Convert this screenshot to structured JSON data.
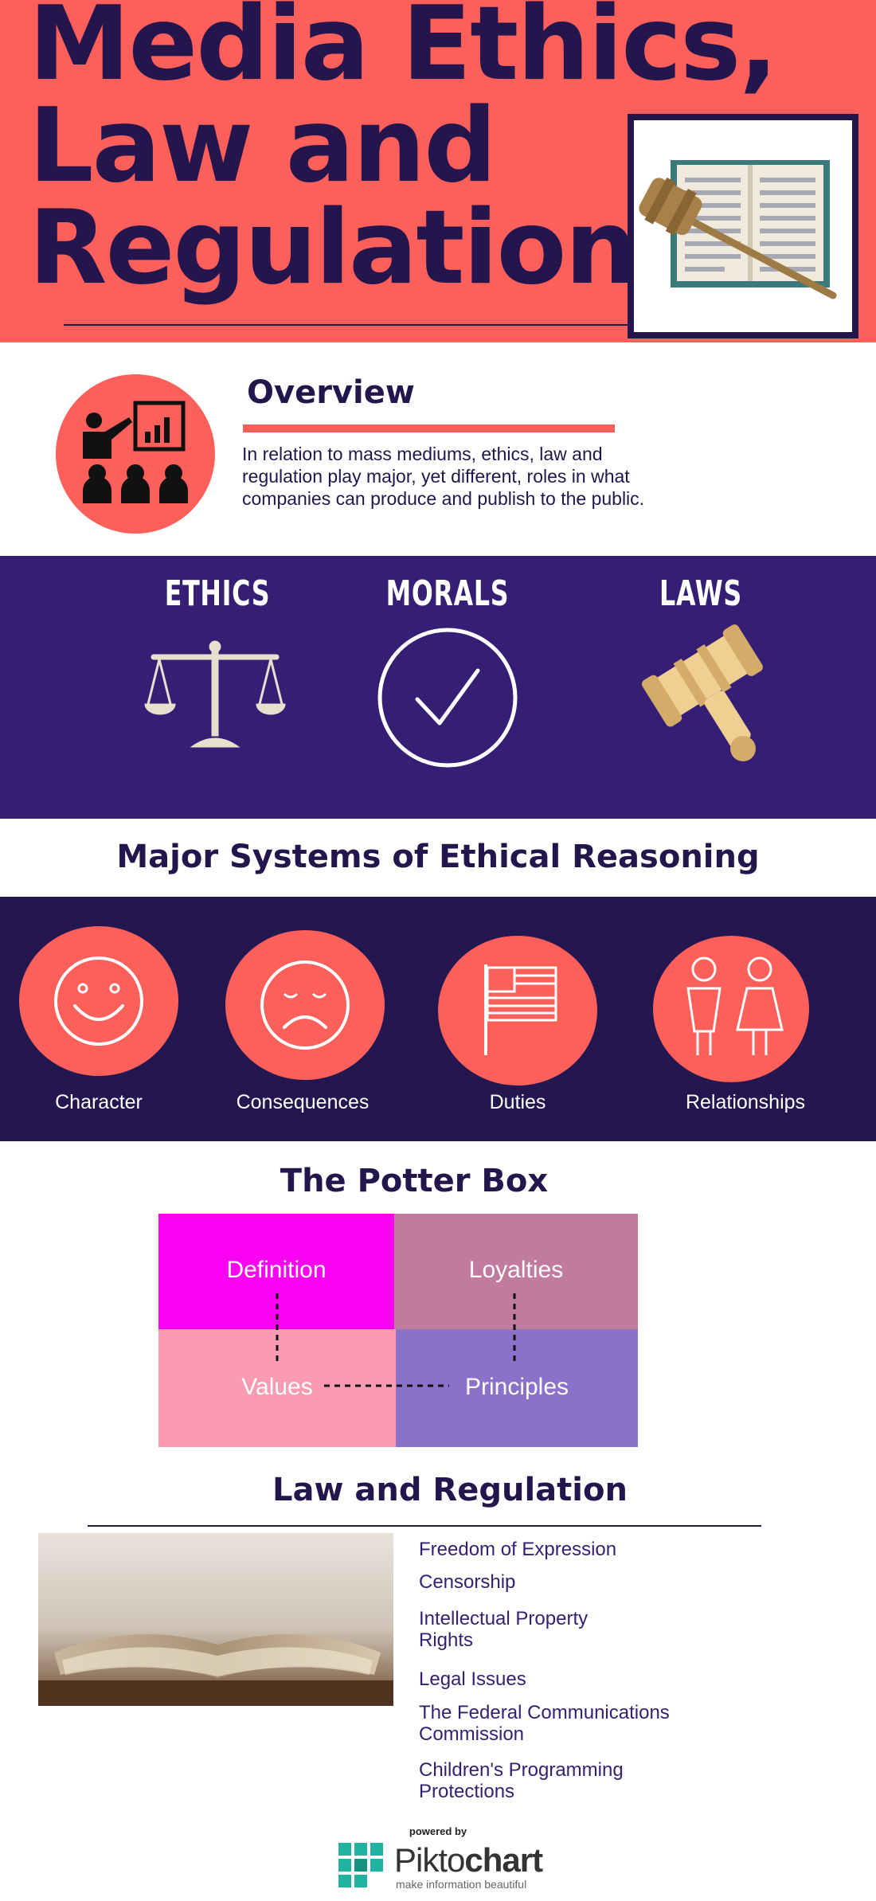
{
  "header": {
    "title_lines": [
      "Media Ethics,",
      "Law and",
      "Regulation"
    ],
    "icon": "gavel-on-book-icon"
  },
  "overview": {
    "icon": "presentation-audience-icon",
    "title": "Overview",
    "text": "In relation to mass mediums, ethics, law and regulation play major, yet different, roles in what companies can produce and publish to the public."
  },
  "pillars": [
    {
      "label": "ETHICS",
      "icon": "scales-icon"
    },
    {
      "label": "MORALS",
      "icon": "checkmark-circle-icon"
    },
    {
      "label": "LAWS",
      "icon": "gavel-icon"
    }
  ],
  "systems": {
    "title": "Major Systems of Ethical Reasoning",
    "items": [
      {
        "label": "Character",
        "icon": "smiley-face-icon"
      },
      {
        "label": "Consequences",
        "icon": "sad-face-icon"
      },
      {
        "label": "Duties",
        "icon": "flag-icon"
      },
      {
        "label": "Relationships",
        "icon": "man-woman-icon"
      }
    ]
  },
  "potter_box": {
    "title": "The Potter Box",
    "cells": [
      {
        "label": "Definition",
        "color": "#f903f2"
      },
      {
        "label": "Loyalties",
        "color": "#c17b9f"
      },
      {
        "label": "Values",
        "color": "#fb9bb2"
      },
      {
        "label": "Principles",
        "color": "#8b71c9"
      }
    ]
  },
  "law": {
    "title": "Law and Regulation",
    "photo": "open-book-photo",
    "items": [
      "Freedom of Expression",
      "Censorship",
      "Intellectual Property Rights",
      "Legal Issues",
      "The Federal Communications Commission",
      "Children's Programming Protections"
    ]
  },
  "footer": {
    "powered_by": "powered by",
    "brand_light": "Pikto",
    "brand_bold": "chart",
    "tagline": "make information beautiful"
  },
  "colors": {
    "coral": "#fd5f5b",
    "navy": "#24154d",
    "purple": "#351e73",
    "dark_purple": "#24174f"
  }
}
